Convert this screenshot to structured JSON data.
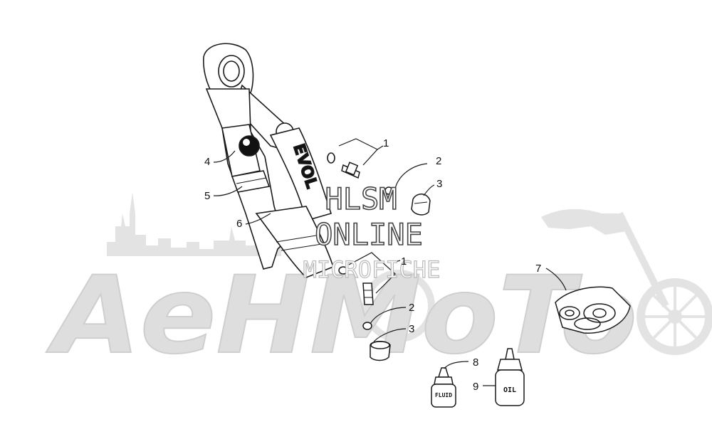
{
  "watermarks": {
    "brand": "AeHMoTo",
    "hlsm_line1": "HLSM",
    "hlsm_line2": "ONLINE",
    "hlsm_line3": "MICROFICHE"
  },
  "decals": {
    "shock_brand": "EVOL"
  },
  "bottle_labels": {
    "fluid": "FLUID",
    "oil": "OIL"
  },
  "callouts": {
    "c1_top": "1",
    "c2_top": "2",
    "c3_top": "3",
    "c4": "4",
    "c5": "5",
    "c6": "6",
    "c1_bottom": "1",
    "c2_bottom": "2",
    "c3_bottom": "3",
    "c7": "7",
    "c8": "8",
    "c9": "9"
  },
  "colors": {
    "line": "#1a1a1a",
    "watermark": "#d9d9d9",
    "hlsm": "#555555"
  }
}
